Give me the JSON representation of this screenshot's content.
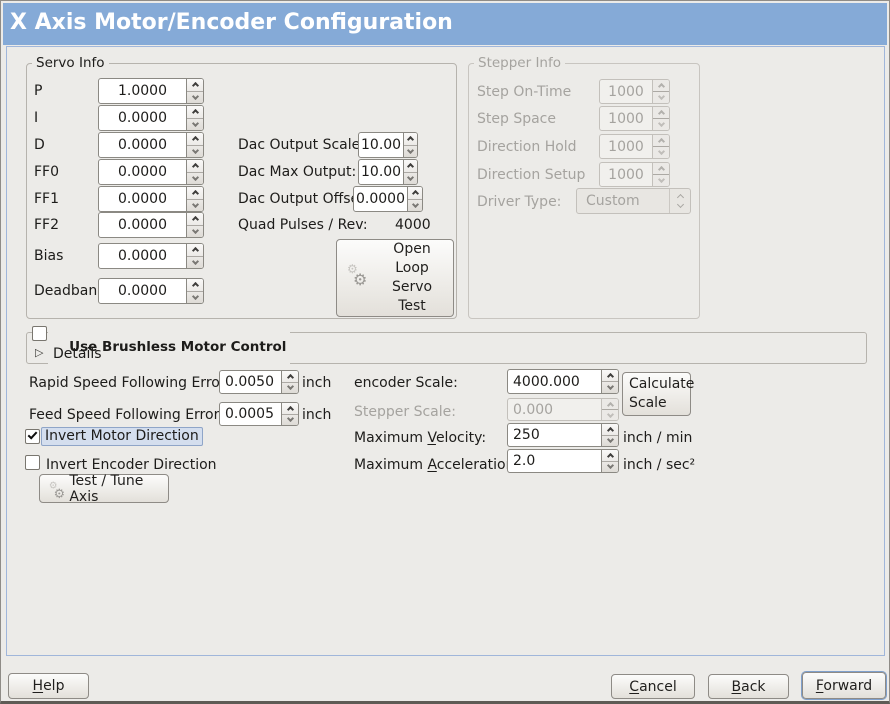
{
  "window": {
    "title": "X Axis Motor/Encoder Configuration"
  },
  "colors": {
    "titlebar": "#85AAD7",
    "content_border": "#A0B6DA",
    "focus_highlight": "#D4DEEE"
  },
  "servo": {
    "title": "Servo Info",
    "rows": [
      {
        "label": "P",
        "value": "1.0000"
      },
      {
        "label": "I",
        "value": "0.0000"
      },
      {
        "label": "D",
        "value": "0.0000"
      },
      {
        "label": "FF0",
        "value": "0.0000"
      },
      {
        "label": "FF1",
        "value": "0.0000"
      },
      {
        "label": "FF2",
        "value": "0.0000"
      },
      {
        "label": "Bias",
        "value": "0.0000"
      },
      {
        "label": "Deadband",
        "value": "0.0000"
      }
    ],
    "dac_rows": [
      {
        "label": "Dac Output Scale:",
        "value": "10.00"
      },
      {
        "label": "Dac Max Output:",
        "value": "10.00"
      },
      {
        "label": "Dac Output Offset:",
        "value": "0.0000"
      }
    ],
    "quad": {
      "label": "Quad Pulses / Rev:",
      "value": "4000"
    },
    "open_loop_lines": [
      "Open",
      "Loop",
      "Servo",
      "Test"
    ]
  },
  "stepper": {
    "title": "Stepper Info",
    "rows": [
      {
        "label": "Step On-Time",
        "value": "1000"
      },
      {
        "label": "Step Space",
        "value": "1000"
      },
      {
        "label": "Direction Hold",
        "value": "1000"
      },
      {
        "label": "Direction Setup",
        "value": "1000"
      }
    ],
    "driver": {
      "label": "Driver Type:",
      "value": "Custom"
    }
  },
  "brushless": {
    "label": "Use Brushless Motor Control",
    "details_label": "Details"
  },
  "errors": {
    "rapid": {
      "label": "Rapid Speed Following Error:",
      "value": "0.0050",
      "unit": "inch"
    },
    "feed": {
      "label": "Feed Speed Following Error:",
      "value": "0.0005",
      "unit": "inch"
    }
  },
  "invert": {
    "motor_label": "Invert Motor Direction",
    "encoder_label": "Invert Encoder Direction"
  },
  "test_tune_label": "Test / Tune Axis",
  "scales": {
    "encoder": {
      "label": "encoder Scale:",
      "value": "4000.000"
    },
    "calculate_lines": [
      "Calculate",
      "Scale"
    ],
    "stepper": {
      "label": "Stepper Scale:",
      "value": "0.000"
    },
    "velocity": {
      "pre": "Maximum ",
      "key": "V",
      "post": "elocity:",
      "value": "250",
      "unit": "inch / min"
    },
    "accel": {
      "pre": "Maximum ",
      "key": "A",
      "post": "cceleration:",
      "value": "2.0",
      "unit": "inch / sec²"
    }
  },
  "footer": {
    "help": {
      "key": "H",
      "post": "elp"
    },
    "cancel": {
      "key": "C",
      "post": "ancel"
    },
    "back": {
      "key": "B",
      "post": "ack"
    },
    "forward": {
      "key": "F",
      "post": "orward"
    }
  }
}
